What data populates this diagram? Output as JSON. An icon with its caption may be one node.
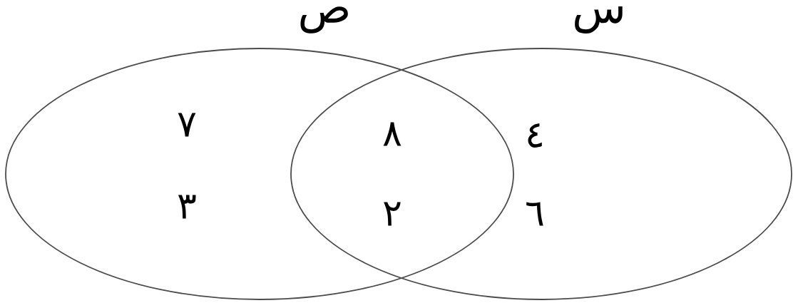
{
  "diagram": {
    "nodes": [
      {
        "text": [
          "ص"
        ]
      },
      {
        "text": [
          "س"
        ]
      }
    ],
    "labels": [
      "٧",
      "٨",
      "٤",
      "٣",
      "٢",
      "٦"
    ]
  }
}
